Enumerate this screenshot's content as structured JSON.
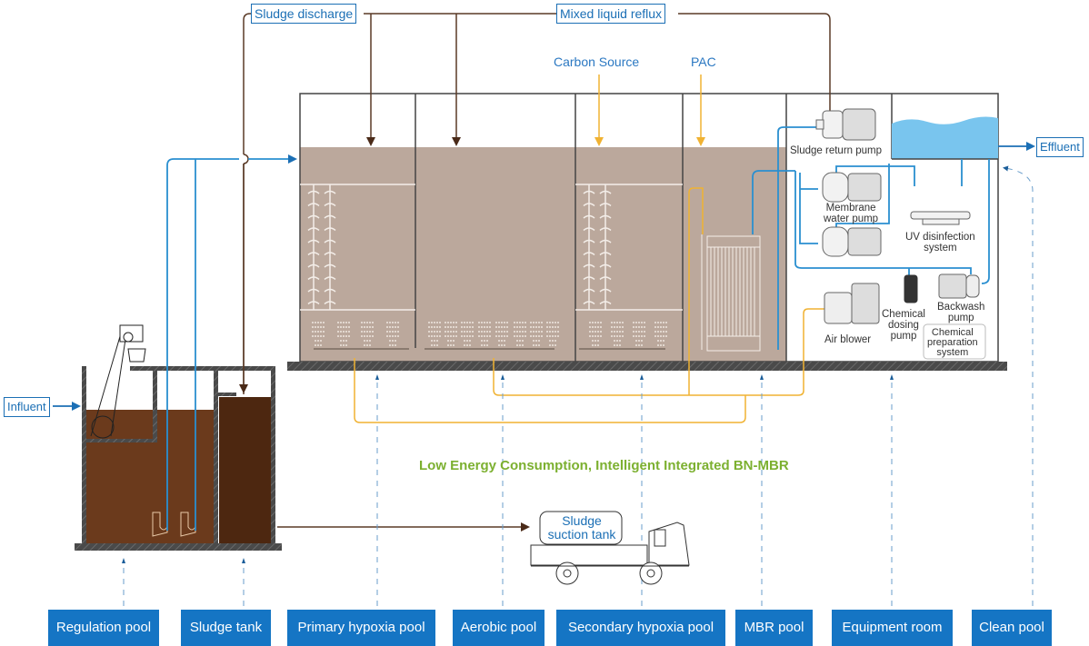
{
  "title": "Low Energy Consumption, Intelligent Integrated BN-MBR",
  "flow_labels": {
    "sludge_discharge": "Sludge discharge",
    "mixed_liquid_reflux": "Mixed liquid reflux",
    "carbon_source": "Carbon Source",
    "pac": "PAC",
    "influent": "Influent",
    "effluent": "Effluent"
  },
  "equipment": {
    "sludge_return_pump": "Sludge return pump",
    "membrane_water_pump": [
      "Membrane",
      "water pump"
    ],
    "uv_disinfection": [
      "UV disinfection",
      "system"
    ],
    "air_blower": "Air blower",
    "chemical_dosing_pump": [
      "Chemical",
      "dosing",
      "pump"
    ],
    "backwash_pump": [
      "Backwash",
      "pump"
    ],
    "chemical_preparation": [
      "Chemical",
      "preparation",
      "system"
    ],
    "sludge_suction_tank": [
      "Sludge",
      "suction tank"
    ]
  },
  "pools": [
    {
      "id": "regulation",
      "label": "Regulation pool"
    },
    {
      "id": "sludge-tank",
      "label": "Sludge tank"
    },
    {
      "id": "primary-hypoxia",
      "label": "Primary hypoxia pool"
    },
    {
      "id": "aerobic",
      "label": "Aerobic pool"
    },
    {
      "id": "secondary-hypoxia",
      "label": "Secondary hypoxia pool"
    },
    {
      "id": "mbr",
      "label": "MBR pool"
    },
    {
      "id": "equipment-room",
      "label": "Equipment room"
    },
    {
      "id": "clean",
      "label": "Clean pool"
    }
  ],
  "colors": {
    "brown_line": "#5a3a26",
    "blue_line": "#2a8fd0",
    "orange_line": "#f0b232",
    "sludge_fill": "#bba89c",
    "reg_fill": "#6b3a1c",
    "sludge_tank_fill": "#4d2710",
    "water": "#79c5ee",
    "button": "#1575c4",
    "title_green": "#7cb030"
  }
}
